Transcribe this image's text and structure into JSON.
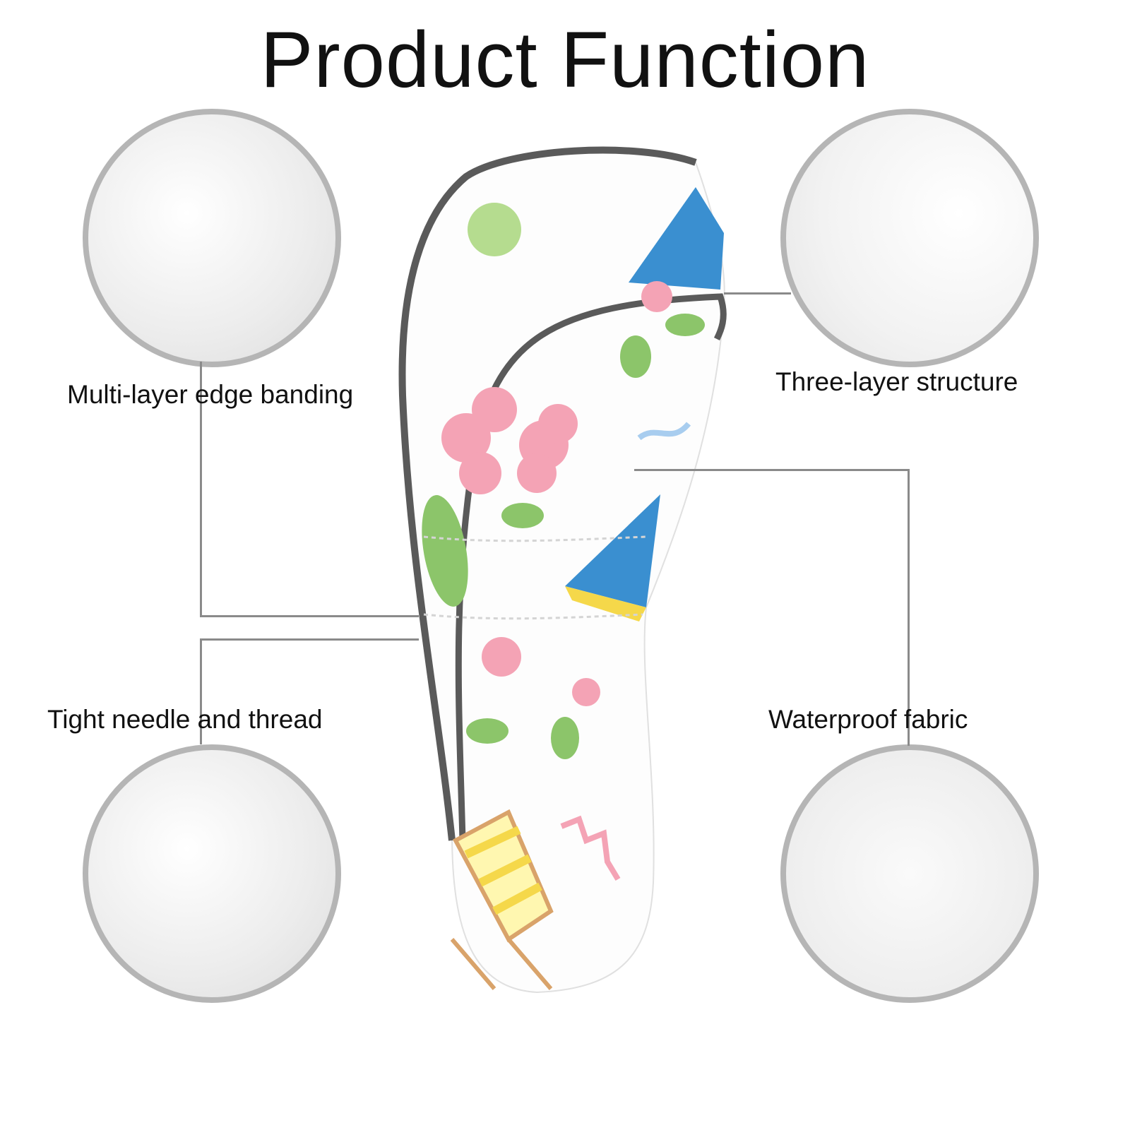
{
  "title": "Product Function",
  "features": [
    {
      "label": "Multi-layer edge banding"
    },
    {
      "label": "Three-layer structure"
    },
    {
      "label": "Tight needle and thread"
    },
    {
      "label": "Waterproof fabric"
    }
  ],
  "colors": {
    "border": "#b5b5b5",
    "trim": "#5a5a5a",
    "pink": "#f4a3b5",
    "green": "#8cc56a",
    "blue": "#3a8fd0",
    "yellow": "#f5d84a"
  }
}
